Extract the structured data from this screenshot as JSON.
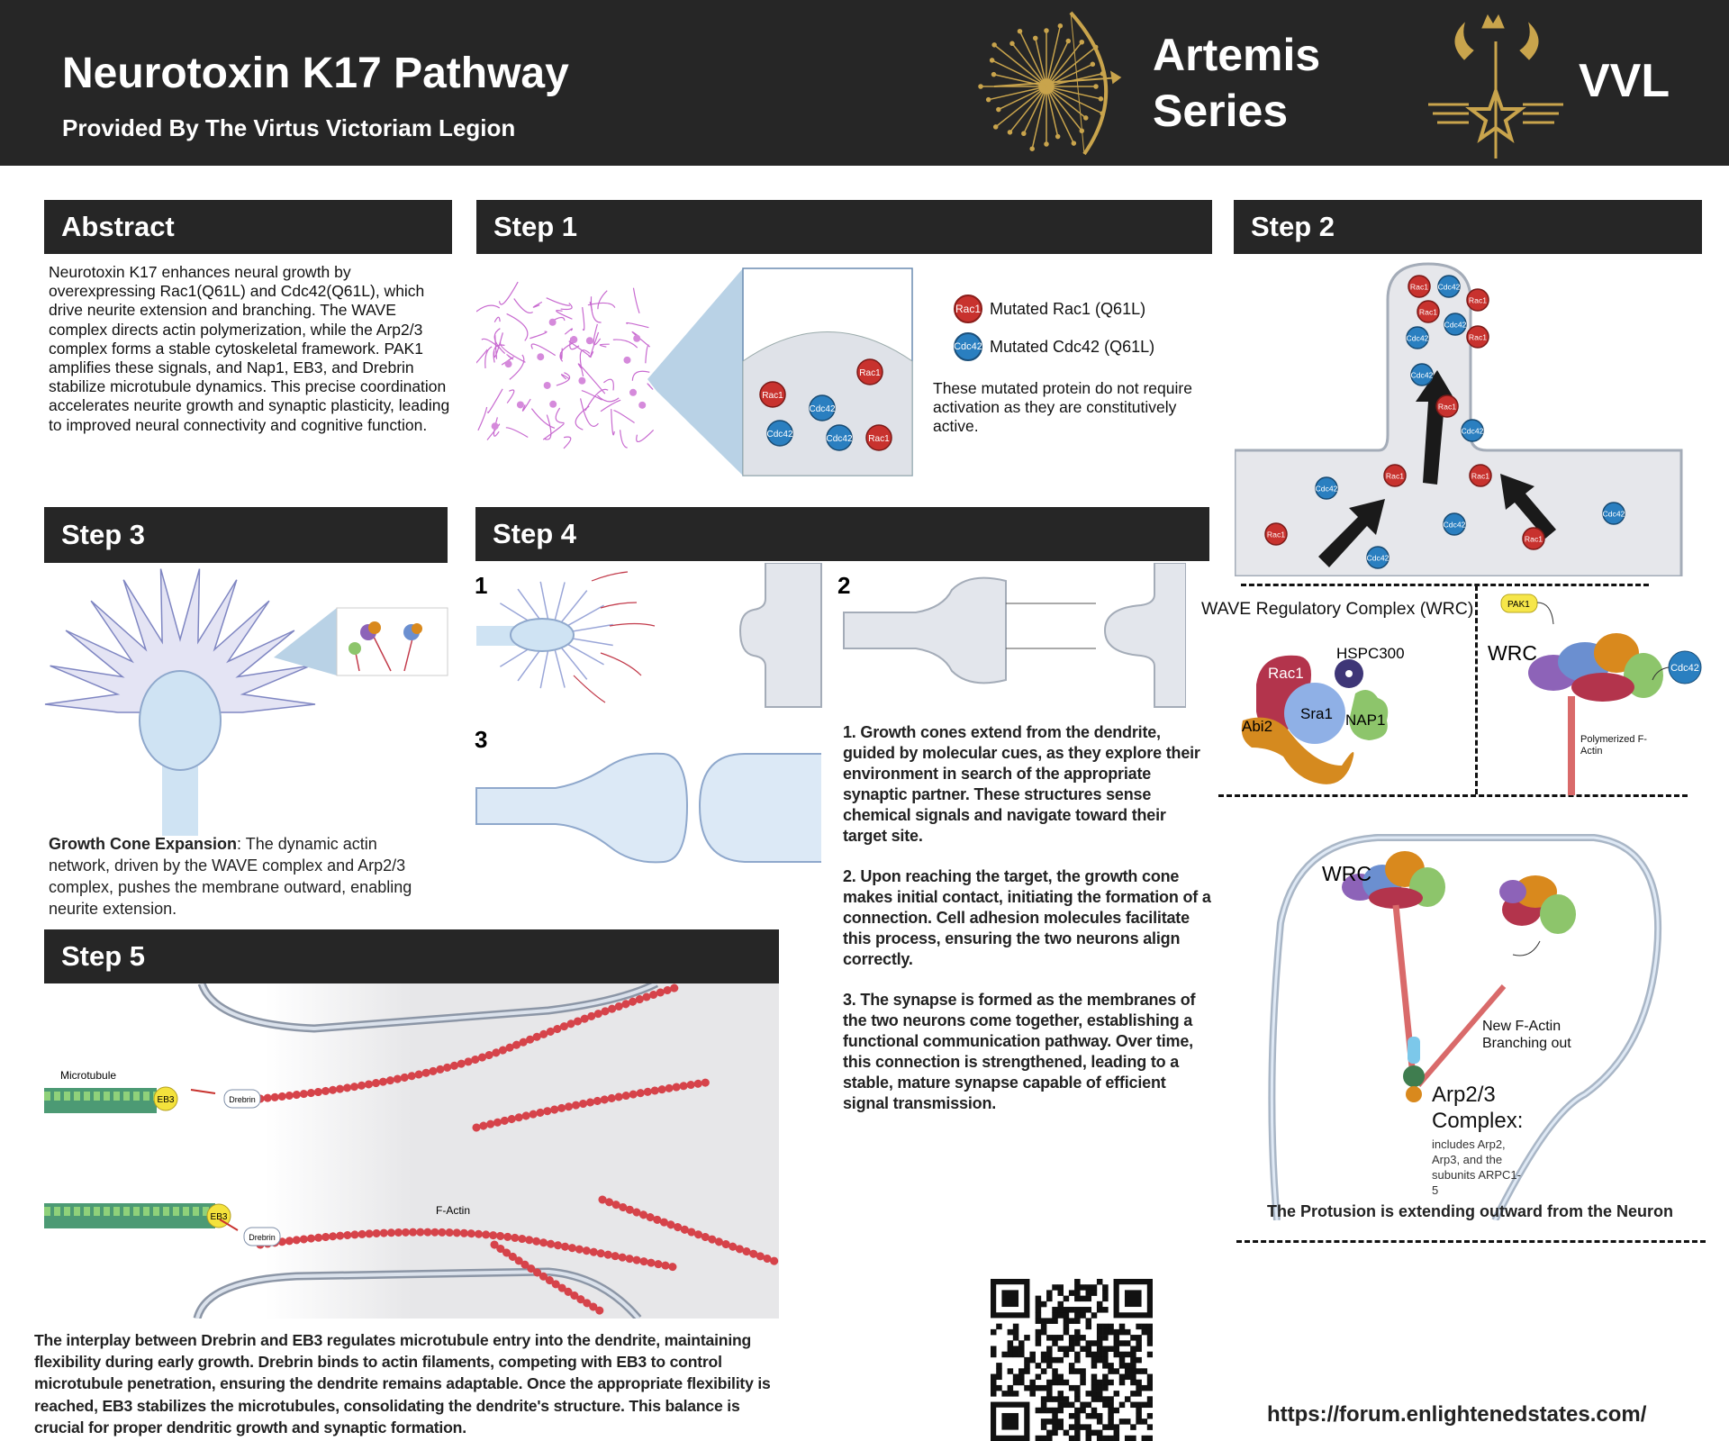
{
  "header": {
    "title": "Neurotoxin K17 Pathway",
    "subtitle": "Provided By The Virtus Victoriam Legion",
    "series_line1": "Artemis",
    "series_line2": "Series",
    "org_abbrev": "VVL"
  },
  "abstract": {
    "heading": "Abstract",
    "text": "Neurotoxin K17 enhances neural growth by overexpressing Rac1(Q61L) and Cdc42(Q61L), which drive neurite extension and branching. The WAVE complex directs actin polymerization, while the Arp2/3 complex forms a stable cytoskeletal framework. PAK1 amplifies these signals, and Nap1, EB3, and Drebrin stabilize microtubule dynamics. This precise coordination accelerates neurite growth and synaptic plasticity, leading to improved neural connectivity and cognitive function."
  },
  "proteins": {
    "rac1": "Rac1",
    "cdc42": "Cdc42"
  },
  "step1": {
    "heading": "Step 1",
    "legend": [
      {
        "label": "Mutated Rac1 (Q61L)",
        "icon": "Rac1",
        "color": "#c8322e"
      },
      {
        "label": "Mutated Cdc42 (Q61L)",
        "icon": "Cdc42",
        "color": "#2a7fc0"
      }
    ],
    "description": "These mutated protein do not require activation as they are constitutively active."
  },
  "step2": {
    "heading": "Step 2",
    "wrc_title": "WAVE Regulatory Complex (WRC)",
    "wrc_parts": [
      "Rac1",
      "HSPC300",
      "Sra1",
      "Abi2",
      "NAP1"
    ],
    "pak1": "PAK1",
    "wrc_label": "WRC",
    "cdc42": "Cdc42",
    "polymerized": "Polymerized F-Actin",
    "protrusion_wrc": "WRC",
    "new_factin": "New F-Actin Branching out",
    "arp_title": "Arp2/3 Complex:",
    "arp_desc": "includes Arp2, Arp3, and the subunits ARPC1-5",
    "protrusion_caption": "The Protusion is extending outward from the Neuron"
  },
  "step3": {
    "heading": "Step 3",
    "caption_bold": "Growth Cone Expansion",
    "caption_rest": ": The dynamic actin network, driven by the WAVE complex and Arp2/3 complex, pushes the membrane outward, enabling neurite extension."
  },
  "step4": {
    "heading": "Step 4",
    "panel_numbers": [
      "1",
      "2",
      "3"
    ],
    "paragraphs": [
      "1. Growth cones extend from the dendrite, guided by molecular cues, as they explore their environment in search of the appropriate synaptic partner. These structures sense chemical signals and navigate toward their target site.",
      "2. Upon reaching the target, the growth cone makes initial contact, initiating the formation of a connection. Cell adhesion molecules facilitate this process, ensuring the two neurons align correctly.",
      "3. The synapse is formed as the membranes of the two neurons come together, establishing a functional communication pathway. Over time, this connection is strengthened, leading to a stable, mature synapse capable of efficient signal transmission."
    ]
  },
  "step5": {
    "heading": "Step 5",
    "microtubule": "Microtubule",
    "eb3": "EB3",
    "drebrin": "Drebrin",
    "factin": "F-Actin",
    "text": "The interplay between Drebrin and EB3 regulates microtubule entry into the dendrite, maintaining flexibility during early growth. Drebrin binds to actin filaments, competing with EB3 to control microtubule penetration, ensuring the dendrite remains adaptable. Once the appropriate flexibility is reached, EB3 stabilizes the microtubules, consolidating the dendrite's structure. This balance is crucial for proper dendritic growth and synaptic formation."
  },
  "footer": {
    "url": "https://forum.enlightenedstates.com/"
  },
  "colors": {
    "rac1": "#c8322e",
    "cdc42": "#2a7fc0",
    "header_bg": "#262626",
    "gold": "#c9a44c"
  }
}
